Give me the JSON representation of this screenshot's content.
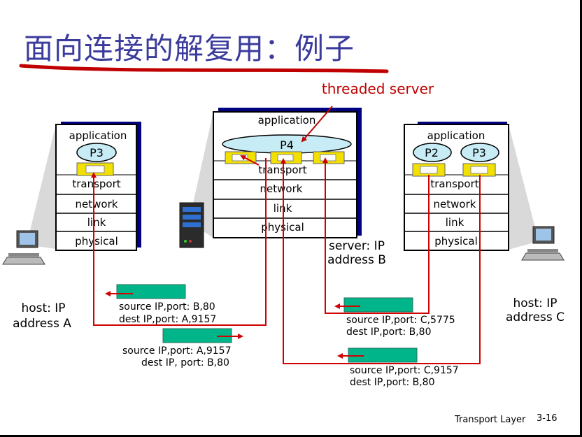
{
  "title": "面向连接的解复用：例子",
  "annotation": "threaded server",
  "hosts": {
    "a": {
      "label_line1": "host: IP",
      "label_line2": "address A",
      "layers": [
        "application",
        "transport",
        "network",
        "link",
        "physical"
      ],
      "processes": [
        "P3"
      ]
    },
    "server": {
      "label_line1": "server: IP",
      "label_line2": "address B",
      "layers": [
        "application",
        "transport",
        "network",
        "link",
        "physical"
      ],
      "processes": [
        "P4"
      ]
    },
    "c": {
      "label_line1": "host: IP",
      "label_line2": "address C",
      "layers": [
        "application",
        "transport",
        "network",
        "link",
        "physical"
      ],
      "processes": [
        "P2",
        "P3"
      ]
    }
  },
  "segments": [
    {
      "line1": "source IP,port: B,80",
      "line2": "dest IP,port: A,9157"
    },
    {
      "line1": "source IP,port: A,9157",
      "line2": "dest IP, port: B,80"
    },
    {
      "line1": "source IP,port: C,5775",
      "line2": "dest IP,port: B,80"
    },
    {
      "line1": "source IP,port: C,9157",
      "line2": "dest IP,port: B,80"
    }
  ],
  "footer": {
    "course": "Transport Layer",
    "page": "3-16"
  },
  "colors": {
    "title": "#3b3b9c",
    "underline": "#c00000",
    "annotation": "#c00000",
    "arrow": "#d00000",
    "stack_shadow": "#000080",
    "process_fill": "#c7ecf5",
    "socket_fill": "#f2e000",
    "segment_fill": "#00b58a"
  }
}
